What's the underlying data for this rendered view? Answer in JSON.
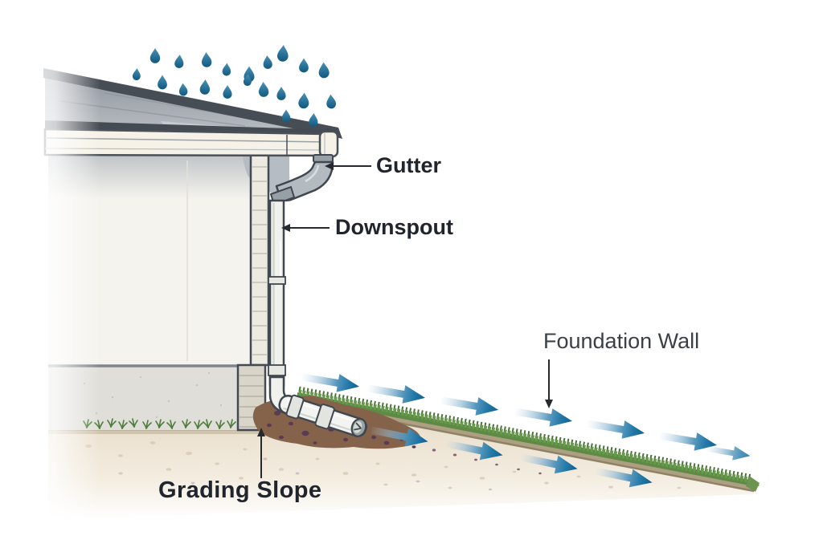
{
  "labels": {
    "gutter": "Gutter",
    "downspout": "Downspout",
    "foundation_wall": "Foundation Wall",
    "grading_slope": "Grading Slope"
  },
  "colors": {
    "rain": "#2277a4",
    "water_arrow_head": "#135f8e",
    "roof": "#9aa1a8",
    "roof_edge": "#474d55",
    "gutter_fascia": "#f6f2e7",
    "wall": "#f5f3ee",
    "foundation": "#dfded8",
    "corner_trim": "#edeae1",
    "downspout_pipe": "#f1f2ee",
    "grass": "#5d8a44",
    "soil": "#ece3d3",
    "mulch": "#85624a",
    "pointer_line": "#26292e",
    "label_bold_text": "#20242c",
    "label_regular_text": "#3b4046",
    "background": "#ffffff"
  }
}
